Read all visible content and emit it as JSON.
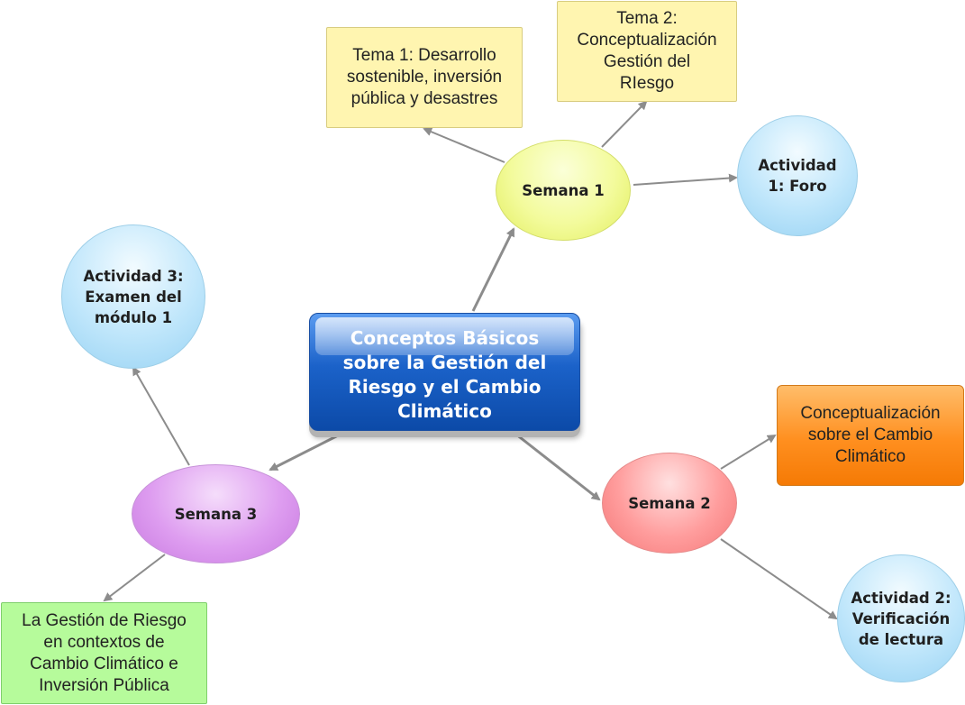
{
  "diagram": {
    "central": "Conceptos Básicos\nsobre la Gestión del\nRiesgo y el Cambio\nClimático",
    "semana1": "Semana 1",
    "semana2": "Semana 2",
    "semana3": "Semana 3",
    "tema1": "Tema 1: Desarrollo\nsostenible, inversión\npública y desastres",
    "tema2": "Tema 2:\nConceptualización\nGestión del\nRIesgo",
    "actividad1": "Actividad\n1:  Foro",
    "cambio": "Conceptualización\nsobre el Cambio\nClimático",
    "actividad2": "Actividad 2:\nVerificación\nde lectura",
    "actividad3": "Actividad 3:\nExamen del\nmódulo 1",
    "gestion_contexto": "La Gestión de Riesgo\nen contextos de\nCambio Climático e\nInversión Pública"
  },
  "colors": {
    "arrow": "#8c8c8c",
    "central": "#1b62c9",
    "semana1": "#f3fb9c",
    "semana2": "#ff9d9d",
    "semana3": "#de9df0",
    "actividad": "#bfe6fb",
    "tema": "#fff5b0",
    "cambio": "#ff8f1f",
    "gestion_contexto": "#b6fb9b"
  }
}
